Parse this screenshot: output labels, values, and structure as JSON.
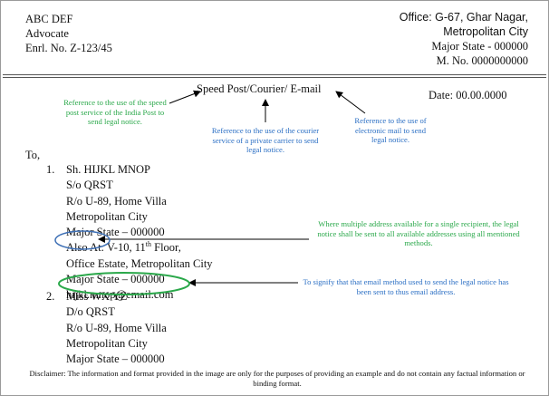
{
  "sender": {
    "name": "ABC DEF",
    "title": "Advocate",
    "enrollment": "Enrl. No. Z-123/45"
  },
  "office": {
    "address_line1": "Office: G-67, Ghar Nagar,",
    "city": "Metropolitan City",
    "state": "Major State - 000000",
    "mobile": "M. No. 0000000000"
  },
  "delivery_modes": "Speed Post/Courier/  E-mail",
  "date": "Date: 00.00.0000",
  "notes": {
    "speed_post": "Reference to the use of the speed post service of the India Post to send legal notice.",
    "courier": "Reference to the use of the courier service of a private carrier to send legal notice.",
    "email": "Reference to the use of electronic mail to send legal notice.",
    "multiple_address": "Where multiple address available for a single recipient, the legal notice shall be sent to all available addresses using all mentioned methods.",
    "email_signify": "To signify that that email method used to send the legal notice has been sent to thus email address."
  },
  "salutation": "To,",
  "recipients": [
    {
      "number": "1.",
      "name": "Sh. HIJKL MNOP",
      "relation": "S/o QRST",
      "residence": "R/o U-89, Home Villa",
      "city": "Metropolitan City",
      "state": "Major State – 000000",
      "also_at_label": "Also At:",
      "also_at_prefix": " V-10, 11",
      "also_at_sup": "th",
      "also_at_suffix": " Floor,",
      "also_at_line2": "Office Estate, Metropolitan City",
      "also_at_state": "Major State – 000000",
      "email": "hijkl.mnop@email.com"
    },
    {
      "number": "2.",
      "name": "Miss WX YZ",
      "relation": "D/o QRST",
      "residence": "R/o U-89, Home Villa",
      "city": "Metropolitan City",
      "state": "Major State – 000000"
    }
  ],
  "disclaimer": "Disclaimer: The information and format provided in the  image are only for the purposes of providing an example and do not contain any factual information or binding format.",
  "colors": {
    "green_note": "#2aa84a",
    "blue_note": "#2b6fc4",
    "blue_ellipse": "#3d6fb5",
    "green_ellipse": "#2aa84a"
  }
}
